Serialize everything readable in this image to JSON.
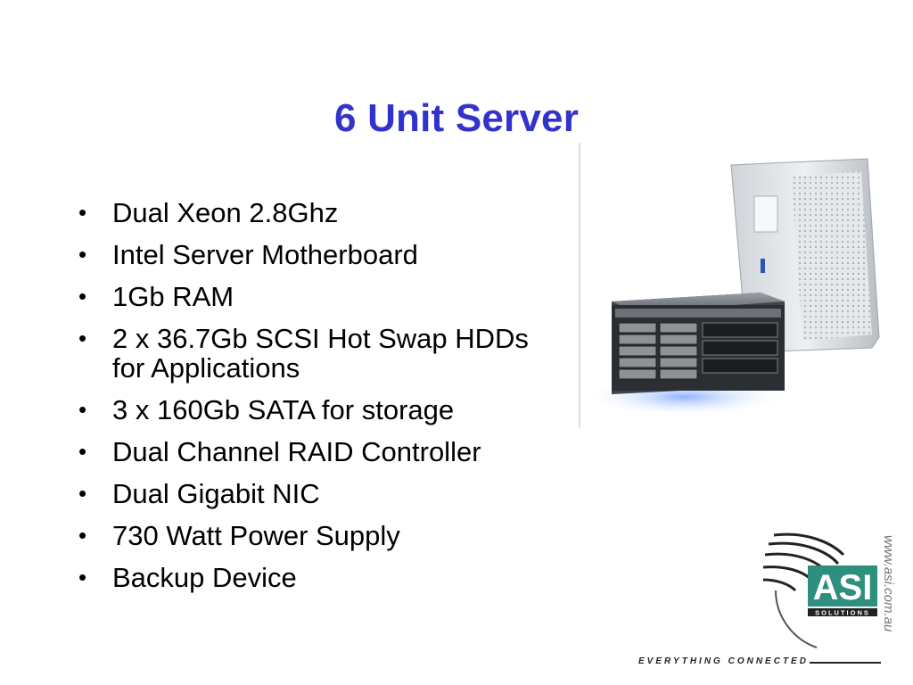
{
  "slide": {
    "title": "6 Unit Server",
    "bullets": [
      "Dual Xeon 2.8Ghz",
      "Intel Server Motherboard",
      "1Gb RAM",
      "2 x 36.7Gb SCSI Hot Swap HDDs for Applications",
      "3 x 160Gb SATA for storage",
      "Dual Channel RAID Controller",
      "Dual Gigabit NIC",
      "730 Watt Power Supply",
      "Backup Device"
    ],
    "bullet_glyph": "•"
  },
  "branding": {
    "logo_text": "ASI",
    "logo_subtext": "SOLUTIONS",
    "url": "www.asi.com.au",
    "tagline": "EVERYTHING CONNECTED",
    "colors": {
      "title": "#3333cc",
      "logo_teal": "#2f8f7f",
      "logo_dark": "#222222"
    }
  },
  "icons": {
    "server": "server-tower-and-rack-chassis",
    "logo": "asi-solutions-logo"
  }
}
